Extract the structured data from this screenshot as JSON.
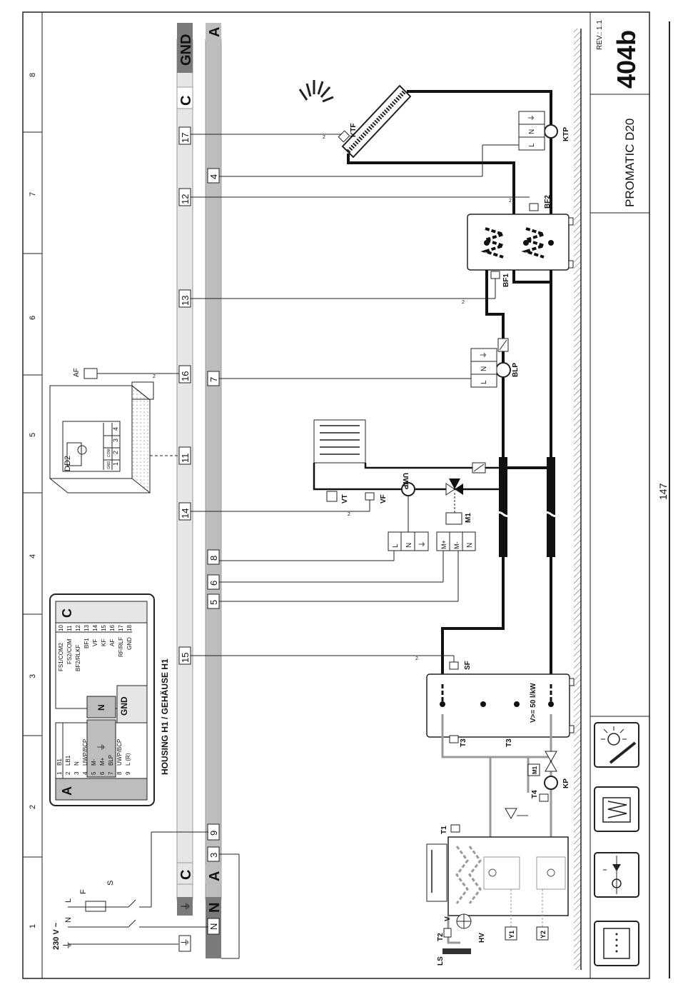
{
  "title_block": {
    "rev": "REV.: 1.1",
    "code": "404b",
    "product": "PROMATIC D20"
  },
  "page_number": "147",
  "grid_numbers": [
    "1",
    "2",
    "3",
    "4",
    "5",
    "6",
    "7",
    "8"
  ],
  "power": {
    "supply": "230 V ~",
    "L": "L",
    "N": "N",
    "S": "S",
    "F": "F"
  },
  "rails": {
    "C_left": "C",
    "C_right": "C",
    "A_left": "A",
    "A_right": "A",
    "N": "N",
    "GND": "GND",
    "earth": "⏚"
  },
  "terminals_C": [
    "17",
    "12",
    "13",
    "16",
    "11",
    "14",
    "15",
    "9"
  ],
  "terminals_A": [
    "4",
    "7",
    "8",
    "6",
    "5",
    "3"
  ],
  "housing_title": "HOUSING H1 / GEHÄUSE H1",
  "housing_table_A": {
    "header": "A",
    "rows": [
      [
        "1",
        "B1"
      ],
      [
        "2",
        "LB1"
      ],
      [
        "3",
        "N"
      ],
      [
        "4",
        "UWP/BCP"
      ],
      [
        "5",
        "M-"
      ],
      [
        "6",
        "M+"
      ],
      [
        "7",
        "BLP"
      ],
      [
        "8",
        "UWP/BCP"
      ],
      [
        "9",
        "L (R)"
      ]
    ]
  },
  "housing_table_C": {
    "header": "C",
    "rows": [
      [
        "10",
        "FS1/COM2"
      ],
      [
        "11",
        "FS2/COM"
      ],
      [
        "12",
        "BF2/RLKF"
      ],
      [
        "13",
        "BF1"
      ],
      [
        "14",
        "VF"
      ],
      [
        "15",
        "KF"
      ],
      [
        "16",
        "AF"
      ],
      [
        "17",
        "RF/RLF"
      ],
      [
        "18",
        "GND"
      ]
    ]
  },
  "housing_mid": {
    "gnd": "GND",
    "n": "N",
    "earth": "⏚"
  },
  "components": {
    "KTF": "KTF",
    "KTP": "KTP",
    "BF1": "BF1",
    "BF2": "BF2",
    "BLP": "BLP",
    "UWP": "UWP",
    "VT": "VT",
    "VF": "VF",
    "M1": "M1",
    "SF": "SF",
    "T3": "T3",
    "T3b": "T3",
    "KP": "KP",
    "T4": "T4",
    "T1": "T1",
    "T2": "T2",
    "V": "V",
    "LS": "LS",
    "HV": "HV",
    "Y1": "Y1",
    "Y2": "Y2",
    "AF": "AF",
    "DD2": "DD2",
    "buffer_note": "V>= 50 l/kW",
    "conn_L": "L",
    "conn_N": "N",
    "conn_Mplus": "M+",
    "conn_Mminus": "M-",
    "dd2_terms": [
      "1",
      "2",
      "3",
      "4"
    ],
    "dd2_small": [
      "GND",
      "COM"
    ],
    "two": "2"
  }
}
